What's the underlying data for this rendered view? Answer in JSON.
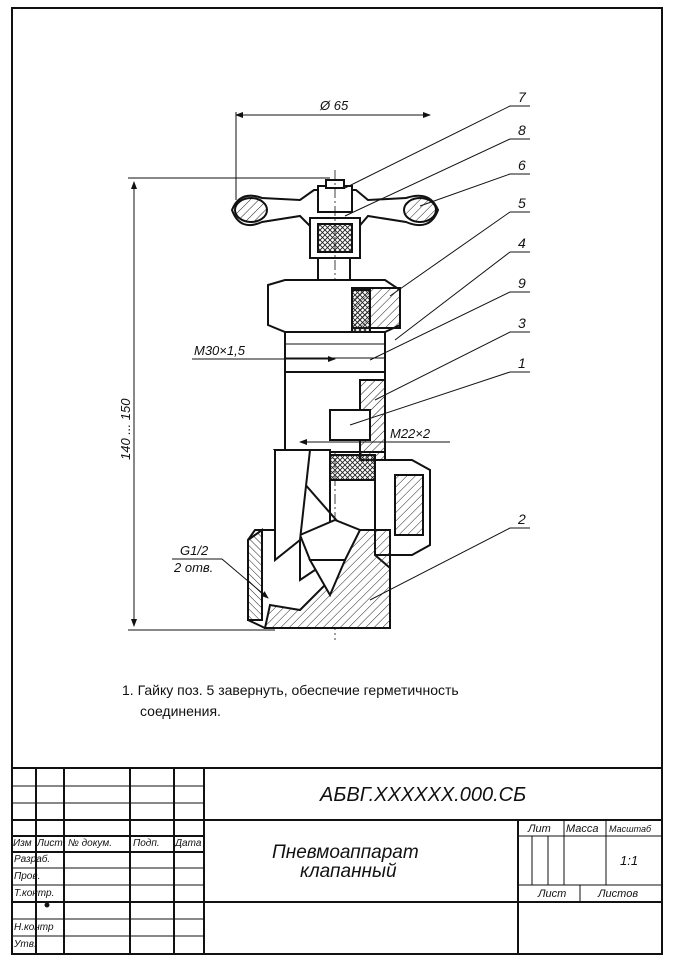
{
  "dimensions": {
    "diameter": "Ø 65",
    "height": "140 ... 150",
    "thread_nut": "M30×1,5",
    "thread_stem": "M22×2",
    "pipe_thread": "G1/2",
    "pipe_thread_count": "2 отв."
  },
  "callouts": [
    "7",
    "8",
    "6",
    "5",
    "4",
    "9",
    "3",
    "1",
    "2"
  ],
  "notes": {
    "line1": "1. Гайку поз. 5 завернуть, обеспечие герметичность",
    "line2": "соединения."
  },
  "title_block": {
    "designation": "АБВГ.XXXXXX.000.СБ",
    "name_line1": "Пневмоаппарат",
    "name_line2": "клапанный",
    "headers": {
      "izm": "Изм",
      "list": "Лист",
      "doc_no": "№ докум.",
      "sign": "Подп.",
      "date": "Дата"
    },
    "roles": {
      "developed": "Разраб.",
      "checked": "Пров.",
      "tech_control": "Т.контр.",
      "norm_control": "Н.контр",
      "approved": "Утв."
    },
    "lit": "Лит",
    "mass": "Масса",
    "scale_label": "Масштаб",
    "scale_value": "1:1",
    "sheet": "Лист",
    "sheets": "Листов"
  }
}
